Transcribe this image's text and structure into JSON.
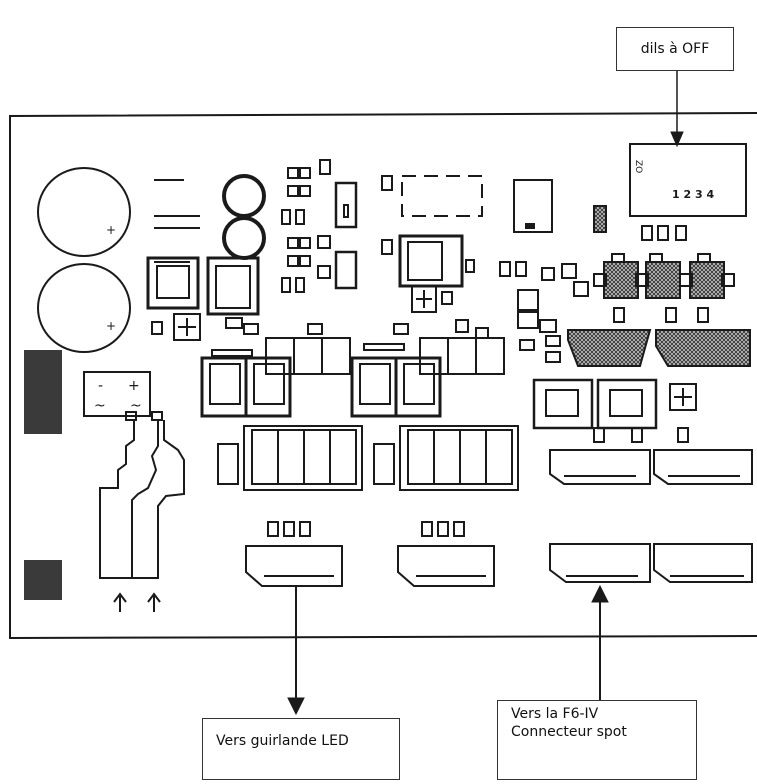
{
  "callouts": {
    "dip_switch": "dils à OFF",
    "led_garland": "Vers guirlande LED",
    "f6_line1": "Vers la F6-IV",
    "f6_line2": "Connecteur spot"
  },
  "dip_switch": {
    "orientation_marks": "ZO",
    "numbers": "1 2 3 4"
  },
  "bridge_rectifier": {
    "minus": "-",
    "plus": "+",
    "ac_left": "~",
    "ac_right": "~"
  },
  "capacitor_polarity": "+",
  "colors": {
    "outline": "#1a1a1a",
    "hatch": "#555555",
    "dark_block": "#3a3a3a"
  }
}
